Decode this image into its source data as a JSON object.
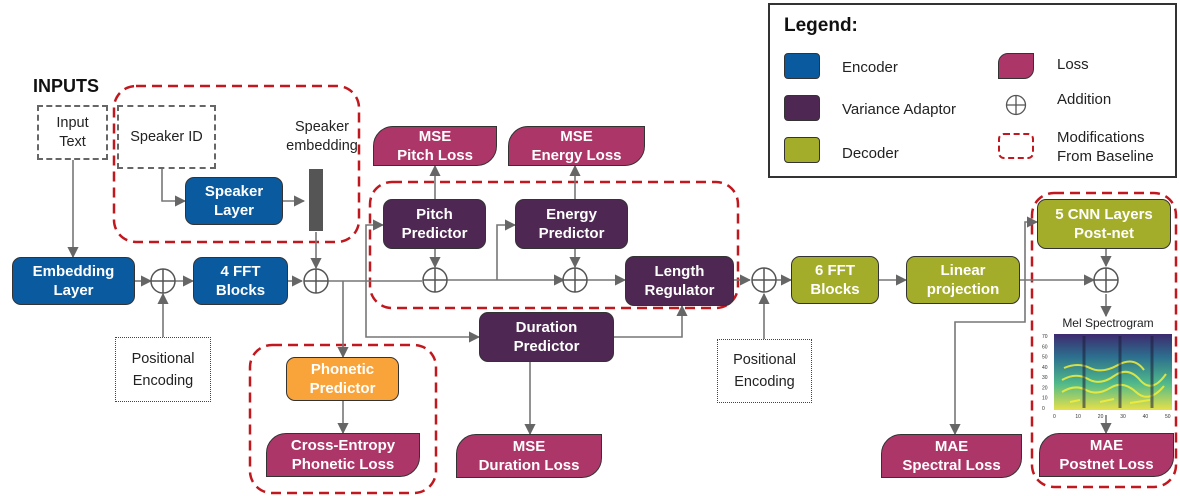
{
  "inputs_title": "INPUTS",
  "inputs": {
    "input_text": "Input\nText",
    "speaker_id": "Speaker ID",
    "speaker_embedding": "Speaker\nembedding"
  },
  "blocks": {
    "embedding_layer": "Embedding\nLayer",
    "fft4": "4 FFT\nBlocks",
    "speaker_layer": "Speaker\nLayer",
    "pitch_predictor": "Pitch\nPredictor",
    "energy_predictor": "Energy\nPredictor",
    "length_regulator": "Length\nRegulator",
    "duration_predictor": "Duration\nPredictor",
    "phonetic_predictor": "Phonetic\nPredictor",
    "fft6": "6 FFT\nBlocks",
    "linear_projection": "Linear\nprojection",
    "postnet": "5 CNN Layers\nPost-net"
  },
  "losses": {
    "pitch": "MSE\nPitch Loss",
    "energy": "MSE\nEnergy Loss",
    "duration": "MSE\nDuration Loss",
    "phonetic": "Cross-Entropy\nPhonetic Loss",
    "spectral": "MAE\nSpectral Loss",
    "postnet": "MAE\nPostnet Loss"
  },
  "positional_encoding": "Positional\nEncoding",
  "mel_spectrogram": {
    "title": "Mel Spectrogram",
    "x_ticks": [
      "0",
      "10",
      "20",
      "30",
      "40",
      "50"
    ],
    "y_ticks": [
      "70",
      "60",
      "50",
      "40",
      "30",
      "20",
      "10",
      "0"
    ]
  },
  "legend": {
    "title": "Legend:",
    "items": [
      {
        "label": "Encoder",
        "color": "#0a5aa0"
      },
      {
        "label": "Variance Adaptor",
        "color": "#4e2752"
      },
      {
        "label": "Decoder",
        "color": "#a4ad2a"
      },
      {
        "label": "Loss",
        "color": "#ad3668"
      },
      {
        "label": "Addition",
        "color": "#ffffff"
      },
      {
        "label": "Modifications\nFrom Baseline",
        "color": "#c0181e"
      }
    ]
  },
  "colors": {
    "encoder": "#0a5aa0",
    "variance_adaptor": "#4e2752",
    "decoder": "#a4ad2a",
    "phonetic": "#f9a43a",
    "loss": "#ad3668",
    "modification": "#c0181e"
  }
}
